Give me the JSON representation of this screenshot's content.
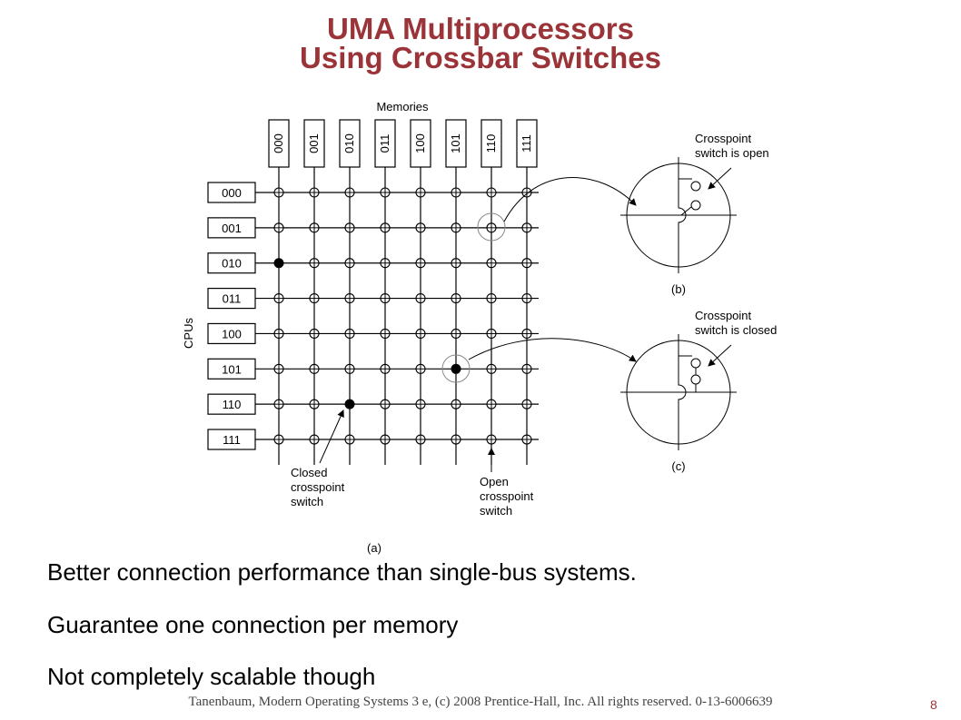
{
  "slide": {
    "title_line1": "UMA Multiprocessors",
    "title_line2": "Using Crossbar Switches",
    "bullets": [
      "Better connection performance than single-bus systems.",
      "Guarantee one connection per memory",
      "Not completely scalable though"
    ],
    "footer": "Tanenbaum, Modern Operating Systems 3 e, (c) 2008 Prentice-Hall, Inc. All rights reserved. 0-13-6006639",
    "slide_number": "8"
  },
  "figure": {
    "memories_label": "Memories",
    "cpus_label": "CPUs",
    "memories": [
      "000",
      "001",
      "010",
      "011",
      "100",
      "101",
      "110",
      "111"
    ],
    "cpus": [
      "000",
      "001",
      "010",
      "011",
      "100",
      "101",
      "110",
      "111"
    ],
    "closed_crosspoints": [
      {
        "cpu": "010",
        "memory": "000"
      },
      {
        "cpu": "101",
        "memory": "101"
      },
      {
        "cpu": "110",
        "memory": "010"
      }
    ],
    "highlighted_crosspoints": [
      {
        "cpu": "001",
        "memory": "110",
        "state": "open"
      },
      {
        "cpu": "101",
        "memory": "101",
        "state": "closed"
      }
    ],
    "labels": {
      "closed_crosspoint": [
        "Closed",
        "crosspoint",
        "switch"
      ],
      "open_crosspoint": [
        "Open",
        "crosspoint",
        "switch"
      ],
      "part_a": "(a)",
      "part_b": "(b)",
      "part_c": "(c)",
      "switch_open": [
        "Crosspoint",
        "switch is open"
      ],
      "switch_closed": [
        "Crosspoint",
        "switch is closed"
      ]
    }
  }
}
